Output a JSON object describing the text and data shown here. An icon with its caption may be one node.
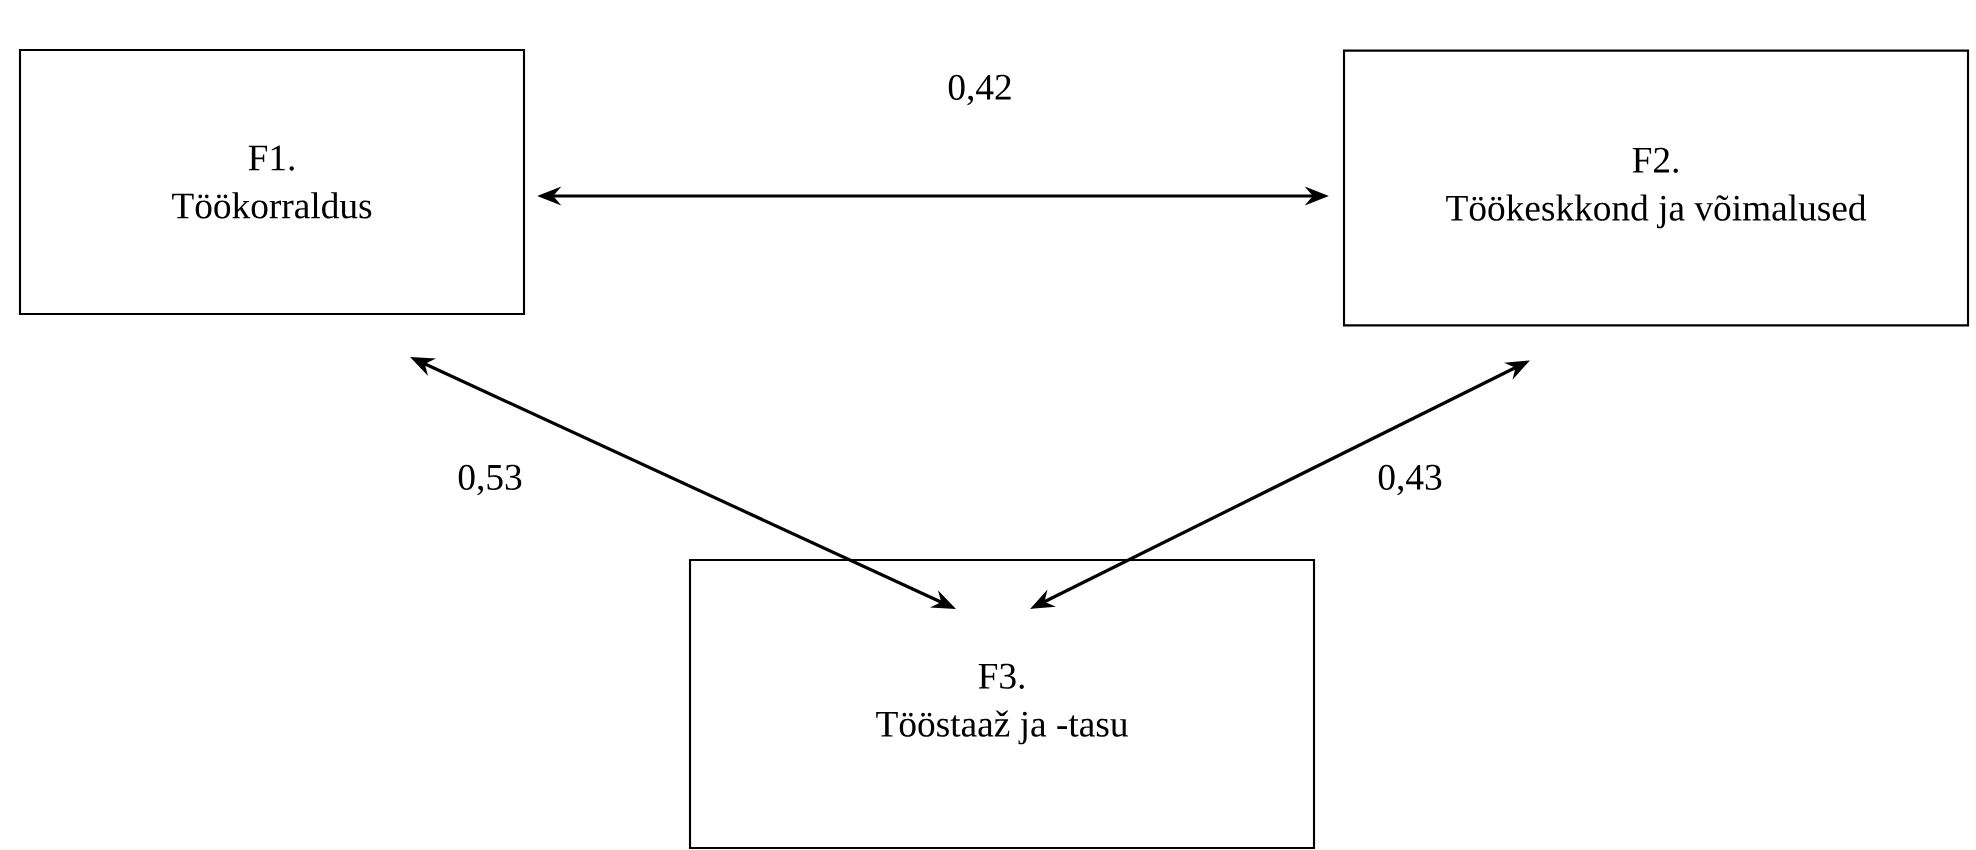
{
  "diagram": {
    "nodes": [
      {
        "text": [
          "F1.",
          "Töökorraldus"
        ]
      },
      {
        "text": [
          "F2.",
          "Töökeskkond ja võimalused"
        ]
      },
      {
        "text": [
          "F3.",
          "Tööstaaž ja -tasu"
        ]
      }
    ],
    "edges": [
      {
        "from": 0,
        "to": 1,
        "arrow": "both",
        "label": "0,42"
      },
      {
        "from": 0,
        "to": 2,
        "arrow": "both",
        "label": "0,53"
      },
      {
        "from": 1,
        "to": 2,
        "arrow": "both",
        "label": "0,43"
      }
    ]
  }
}
